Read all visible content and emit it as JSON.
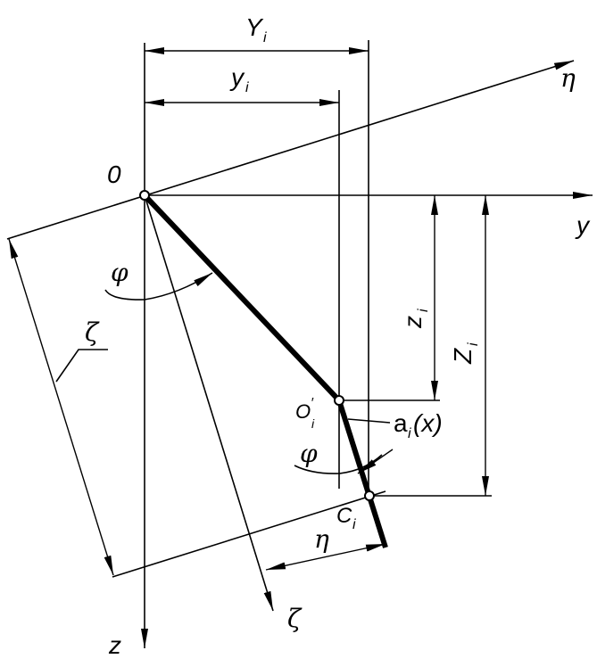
{
  "labels": {
    "origin": "0",
    "axis_y": "y",
    "axis_z": "z",
    "axis_eta": "η",
    "axis_zeta": "ζ",
    "Y_main": "Y",
    "Y_sub": "i",
    "y_main": "y",
    "y_sub": "i",
    "Z_main": "Z",
    "Z_sub": "i",
    "z_main": "z",
    "z_sub": "i",
    "O_main": "O",
    "O_prime": "′",
    "O_sub": "i",
    "C_main": "C",
    "C_sub": "i",
    "a_main": "a",
    "a_sub": "i",
    "a_arg": "(x)",
    "phi_top": "φ",
    "phi_bottom": "φ",
    "zeta_dim": "ζ",
    "eta_dim": "η"
  }
}
